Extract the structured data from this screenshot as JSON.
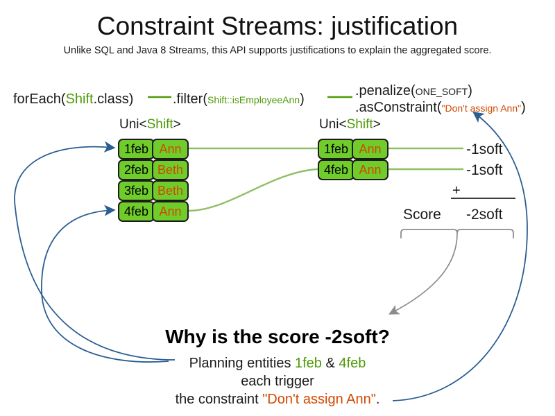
{
  "header": {
    "title": "Constraint Streams: justification",
    "subtitle": "Unlike SQL and Java 8 Streams, this API supports justifications to explain the aggregated score."
  },
  "code_pipeline": {
    "foreach": {
      "prefix": "forEach(",
      "type": "Shift",
      "suffix": ".class)"
    },
    "filter": {
      "prefix": ".filter(",
      "arg": "Shift::isEmployeeAnn",
      "suffix": ")"
    },
    "penalize": {
      "prefix": ".penalize(",
      "arg": "ONE_SOFT",
      "suffix": ")"
    },
    "as_constraint": {
      "prefix": ".asConstraint(",
      "arg": "\"Don't assign Ann\"",
      "suffix": ")"
    }
  },
  "streams": {
    "left": {
      "label_prefix": "Uni<",
      "label_type": "Shift",
      "label_suffix": ">",
      "rows": [
        {
          "date": "1feb",
          "name": "Ann"
        },
        {
          "date": "2feb",
          "name": "Beth"
        },
        {
          "date": "3feb",
          "name": "Beth"
        },
        {
          "date": "4feb",
          "name": "Ann"
        }
      ]
    },
    "right": {
      "label_prefix": "Uni<",
      "label_type": "Shift",
      "label_suffix": ">",
      "rows": [
        {
          "date": "1feb",
          "name": "Ann",
          "impact": "-1soft"
        },
        {
          "date": "4feb",
          "name": "Ann",
          "impact": "-1soft"
        }
      ]
    }
  },
  "score_summary": {
    "impact_1": "-1soft",
    "impact_2": "-1soft",
    "operator": "+",
    "label": "Score",
    "total": "-2soft"
  },
  "explanation": {
    "heading": "Why is the score -2soft?",
    "line1_prefix": "Planning entities ",
    "line1_entity_a": "1feb",
    "line1_amp": " & ",
    "line1_entity_b": "4feb",
    "line2": "each trigger",
    "line3_prefix": "the constraint ",
    "line3_constraint": "\"Don't assign Ann\"",
    "line3_suffix": "."
  },
  "colors": {
    "keyword_green": "#4d9a06",
    "string_orange": "#d14800",
    "chip_green": "#6fcc2b",
    "connector_green": "#8fbf63",
    "arrow_blue": "#2a5d92",
    "brace_gray": "#8c8c8c"
  }
}
